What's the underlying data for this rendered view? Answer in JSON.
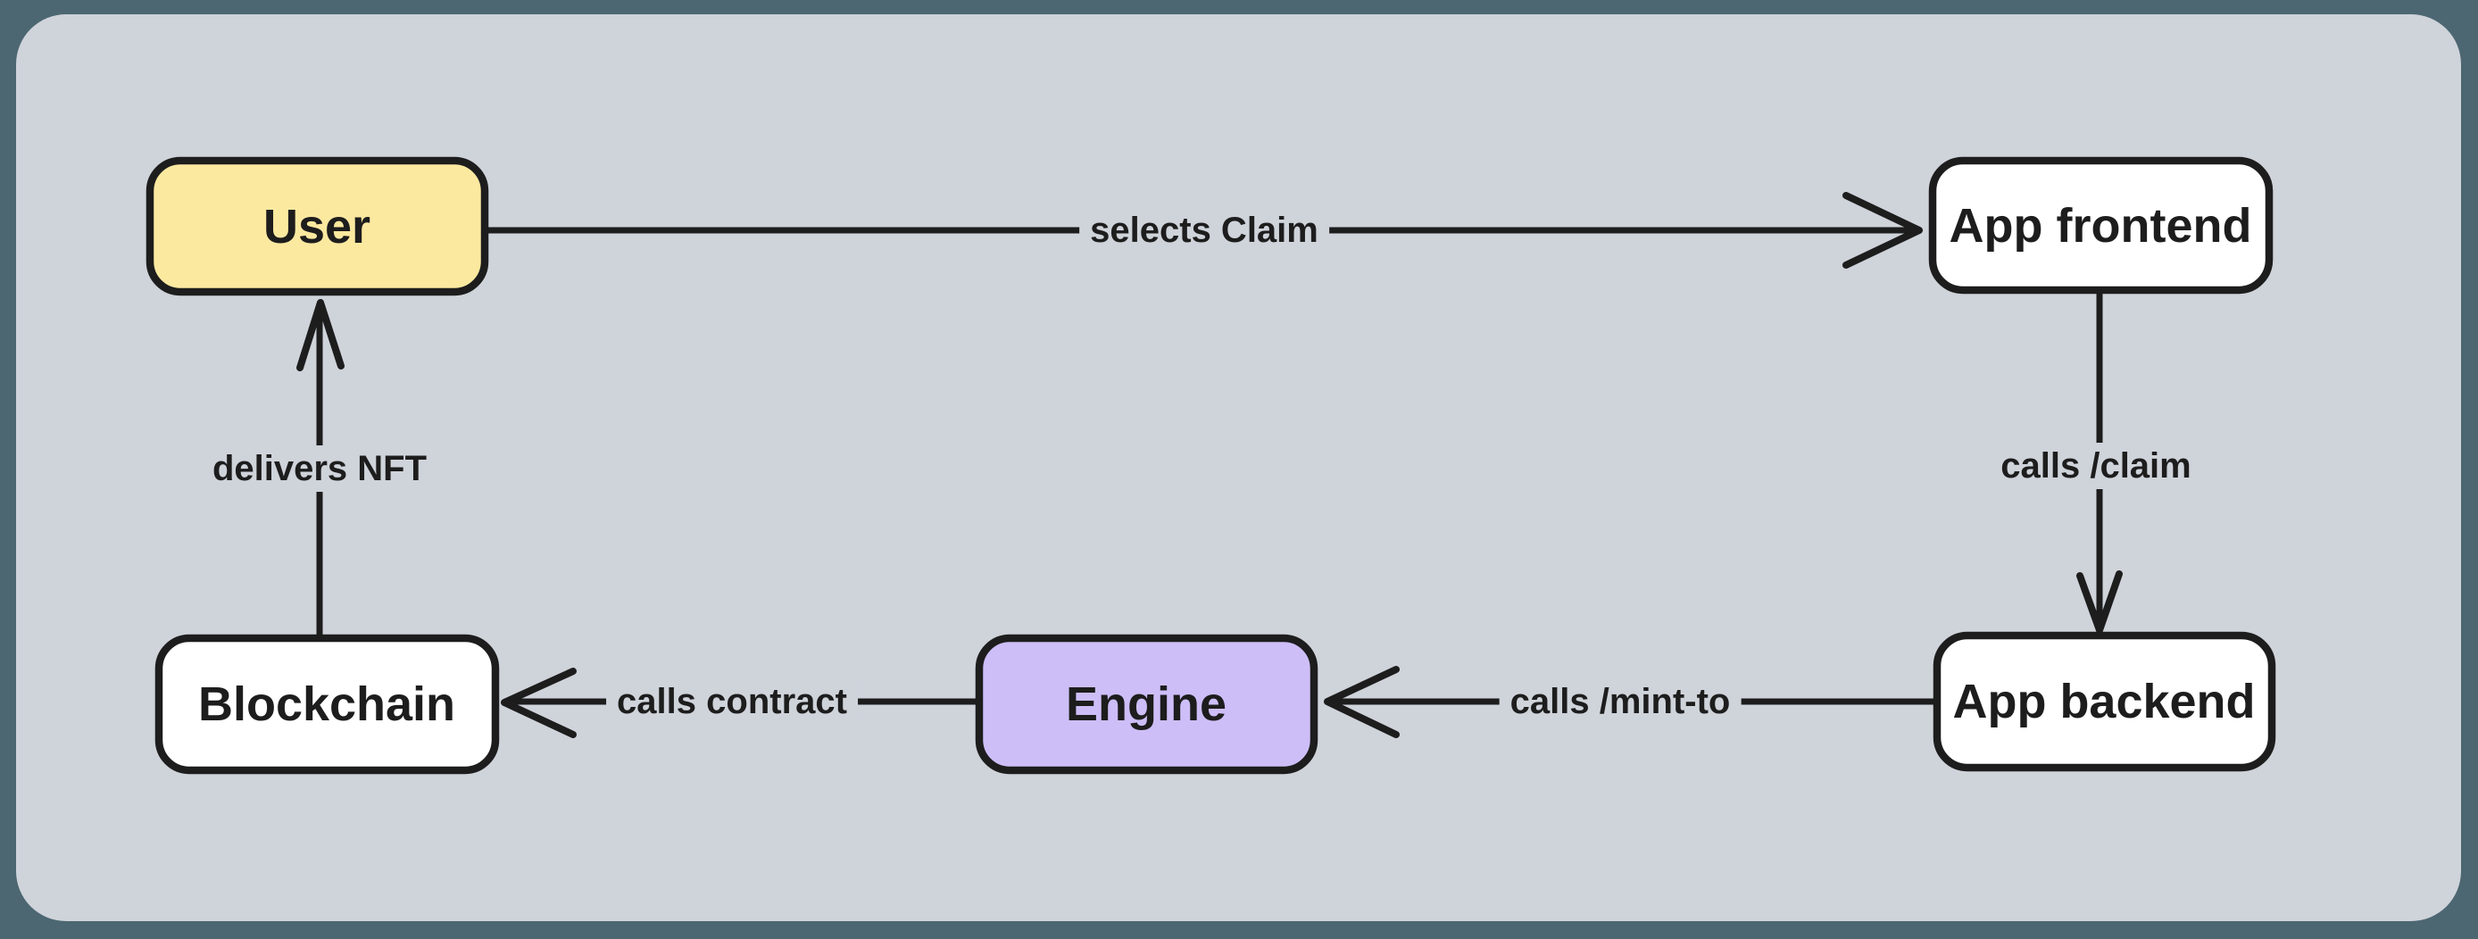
{
  "diagram": {
    "colors": {
      "frame_background": "#4c6772",
      "canvas_background": "#cfd3da",
      "stroke": "#1d1d1d",
      "node_yellow": "#fce9a0",
      "node_purple": "#cdbef8",
      "node_white": "#ffffff"
    },
    "nodes": [
      {
        "id": "user",
        "label": "User",
        "fill": "#fce9a0"
      },
      {
        "id": "app-frontend",
        "label": "App frontend",
        "fill": "#ffffff"
      },
      {
        "id": "app-backend",
        "label": "App backend",
        "fill": "#ffffff"
      },
      {
        "id": "engine",
        "label": "Engine",
        "fill": "#cdbef8"
      },
      {
        "id": "blockchain",
        "label": "Blockchain",
        "fill": "#ffffff"
      }
    ],
    "edges": [
      {
        "from": "user",
        "to": "app-frontend",
        "label": "selects Claim"
      },
      {
        "from": "app-frontend",
        "to": "app-backend",
        "label": "calls /claim"
      },
      {
        "from": "app-backend",
        "to": "engine",
        "label": "calls /mint-to"
      },
      {
        "from": "engine",
        "to": "blockchain",
        "label": "calls contract"
      },
      {
        "from": "blockchain",
        "to": "user",
        "label": "delivers NFT"
      }
    ]
  }
}
